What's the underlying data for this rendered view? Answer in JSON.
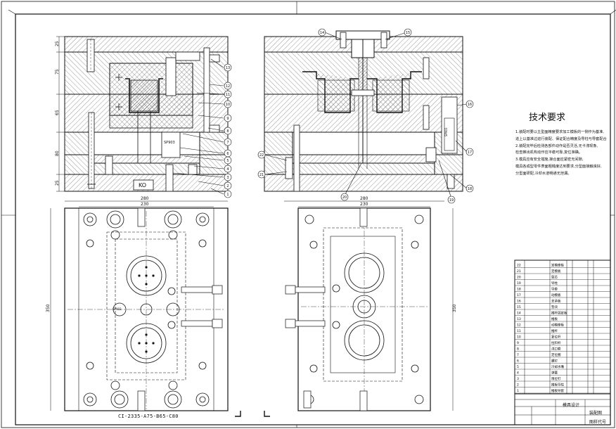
{
  "drawing": {
    "model_code": "CI-2335-A75-B65-C80",
    "section_marks": [
      "KO"
    ],
    "spring_labels": [
      "SP903",
      "SP903",
      "SP903"
    ],
    "dims_left_vertical": [
      "25",
      "75",
      "65",
      "80",
      "25"
    ],
    "dims_top_views": [
      "280",
      "230"
    ],
    "dim_plan_height": "350",
    "balloons_left": [
      "13",
      "12",
      "11",
      "10",
      "9",
      "8",
      "7",
      "6",
      "5",
      "4",
      "3",
      "2",
      "1"
    ],
    "balloons_right": [
      "14",
      "15",
      "16",
      "17",
      "18",
      "19",
      "20",
      "21",
      "22"
    ]
  },
  "tech": {
    "title": "技术要求",
    "lines": [
      "1.装配时要以主型面精度要求加工模板的一侧作为基准,",
      "进上以基准边进行装配、保证配合精度及导柱与导套配合",
      "2.装配完毕后检测各部件动作是否灵活,无卡滞现象,",
      "检查推出机构动作应平稳可靠,复位准确。",
      "3.模具应有安全措施,接合面应紧密无间隙,",
      "模具各成型零件表面粗糙度达到要求,分型面接触良好,",
      "分型面研配,冷却水道畅通无泄漏。"
    ]
  },
  "title_block": {
    "drawing_name": "装配图",
    "school": "模具设计",
    "drawing_no": "图样代号",
    "row_items": [
      "定模座板",
      "定模板",
      "型芯",
      "导柱",
      "导套",
      "动模板",
      "支承板",
      "垫块",
      "推杆固定板",
      "推板",
      "动模座板",
      "推杆",
      "复位杆",
      "拉料杆",
      "浇口套",
      "定位圈",
      "螺钉",
      "冷却水嘴",
      "弹簧",
      "限位钉",
      "推板导柱",
      "推板导套"
    ]
  },
  "colors": {
    "line": "#111111",
    "hatch": "#444444"
  }
}
